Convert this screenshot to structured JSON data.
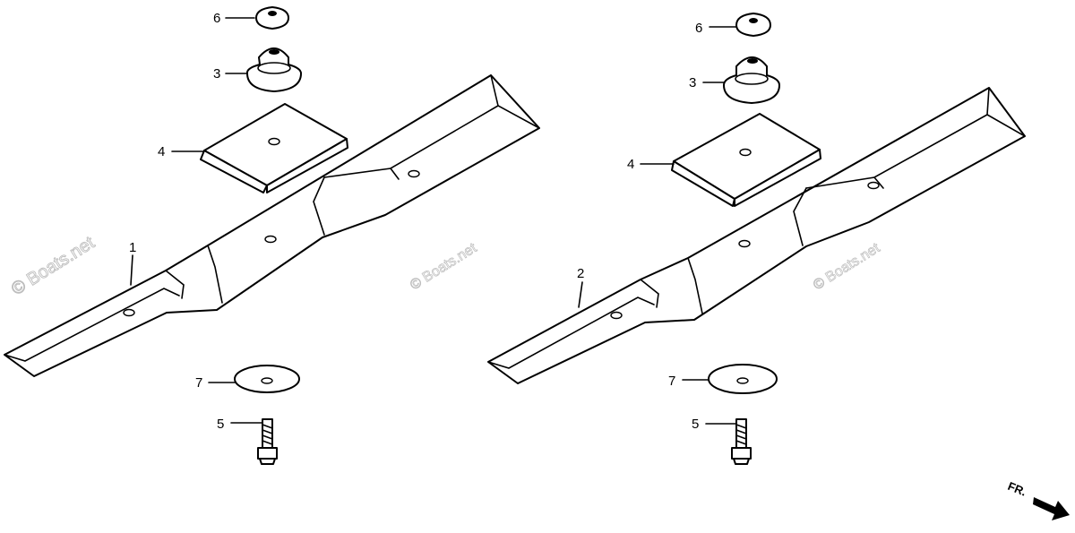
{
  "watermark": {
    "text": "© Boats.net"
  },
  "direction_marker": {
    "text": "FR.",
    "icon": "front-arrow-icon"
  },
  "assemblies": [
    {
      "blade_callout": "1",
      "callouts": {
        "nut": "6",
        "collar": "3",
        "holder": "4",
        "washer": "7",
        "bolt": "5"
      }
    },
    {
      "blade_callout": "2",
      "callouts": {
        "nut": "6",
        "collar": "3",
        "holder": "4",
        "washer": "7",
        "bolt": "5"
      }
    }
  ]
}
